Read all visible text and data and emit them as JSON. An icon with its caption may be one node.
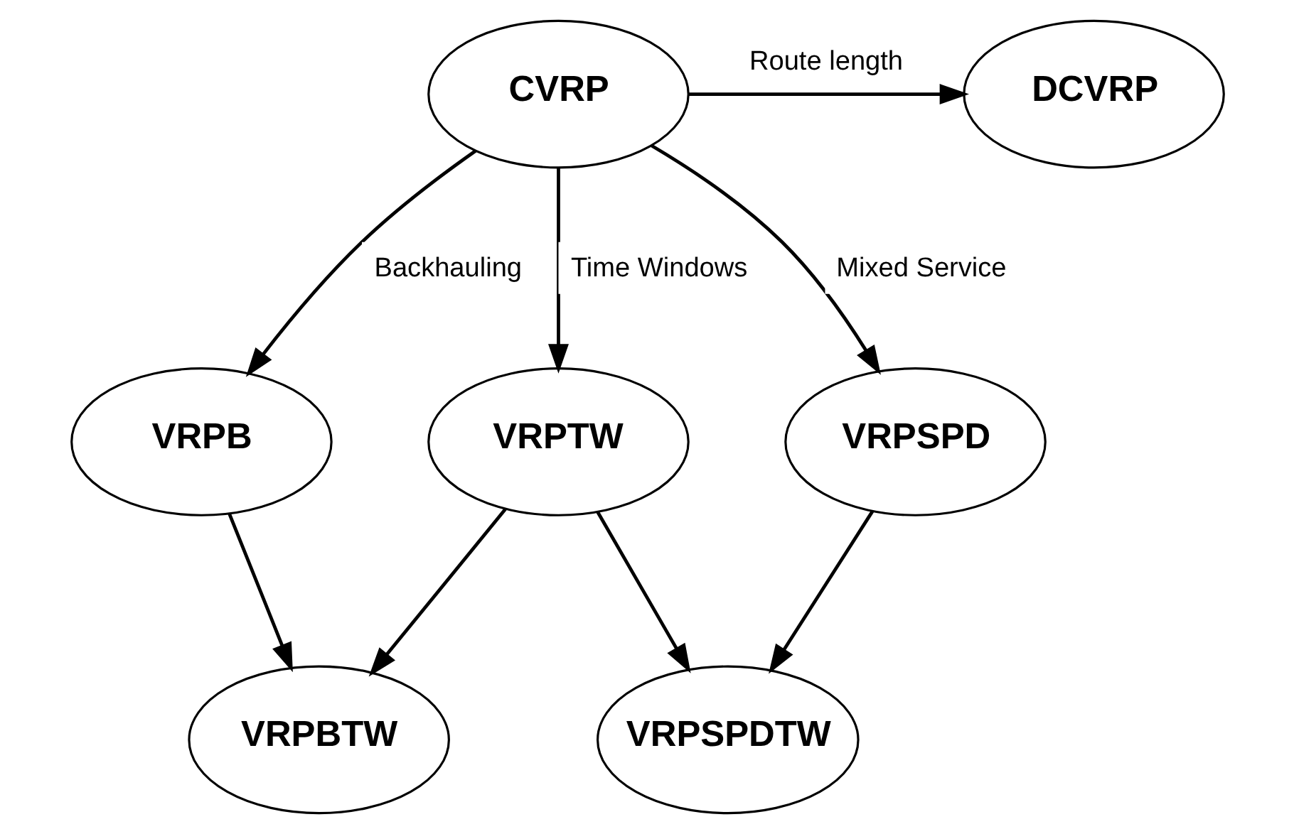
{
  "diagram": {
    "nodes": [
      {
        "text": [
          "CVRP"
        ]
      },
      {
        "text": [
          "DCVRP"
        ]
      },
      {
        "text": [
          "VRPB"
        ]
      },
      {
        "text": [
          "VRPTW"
        ]
      },
      {
        "text": [
          "VRPSPD"
        ]
      },
      {
        "text": [
          "VRPBTW"
        ]
      },
      {
        "text": [
          "VRPSPDTW"
        ]
      }
    ],
    "edges": [
      {
        "from": 0,
        "to": 1,
        "arrow": "to",
        "label": "Route length"
      },
      {
        "from": 0,
        "to": 2,
        "arrow": "to",
        "label": "Backhauling"
      },
      {
        "from": 0,
        "to": 3,
        "arrow": "to",
        "label": "Time Windows"
      },
      {
        "from": 0,
        "to": 4,
        "arrow": "to",
        "label": "Mixed Service"
      },
      {
        "from": 2,
        "to": 5,
        "arrow": "to"
      },
      {
        "from": 3,
        "to": 5,
        "arrow": "to"
      },
      {
        "from": 3,
        "to": 6,
        "arrow": "to"
      },
      {
        "from": 4,
        "to": 6,
        "arrow": "to"
      }
    ]
  }
}
